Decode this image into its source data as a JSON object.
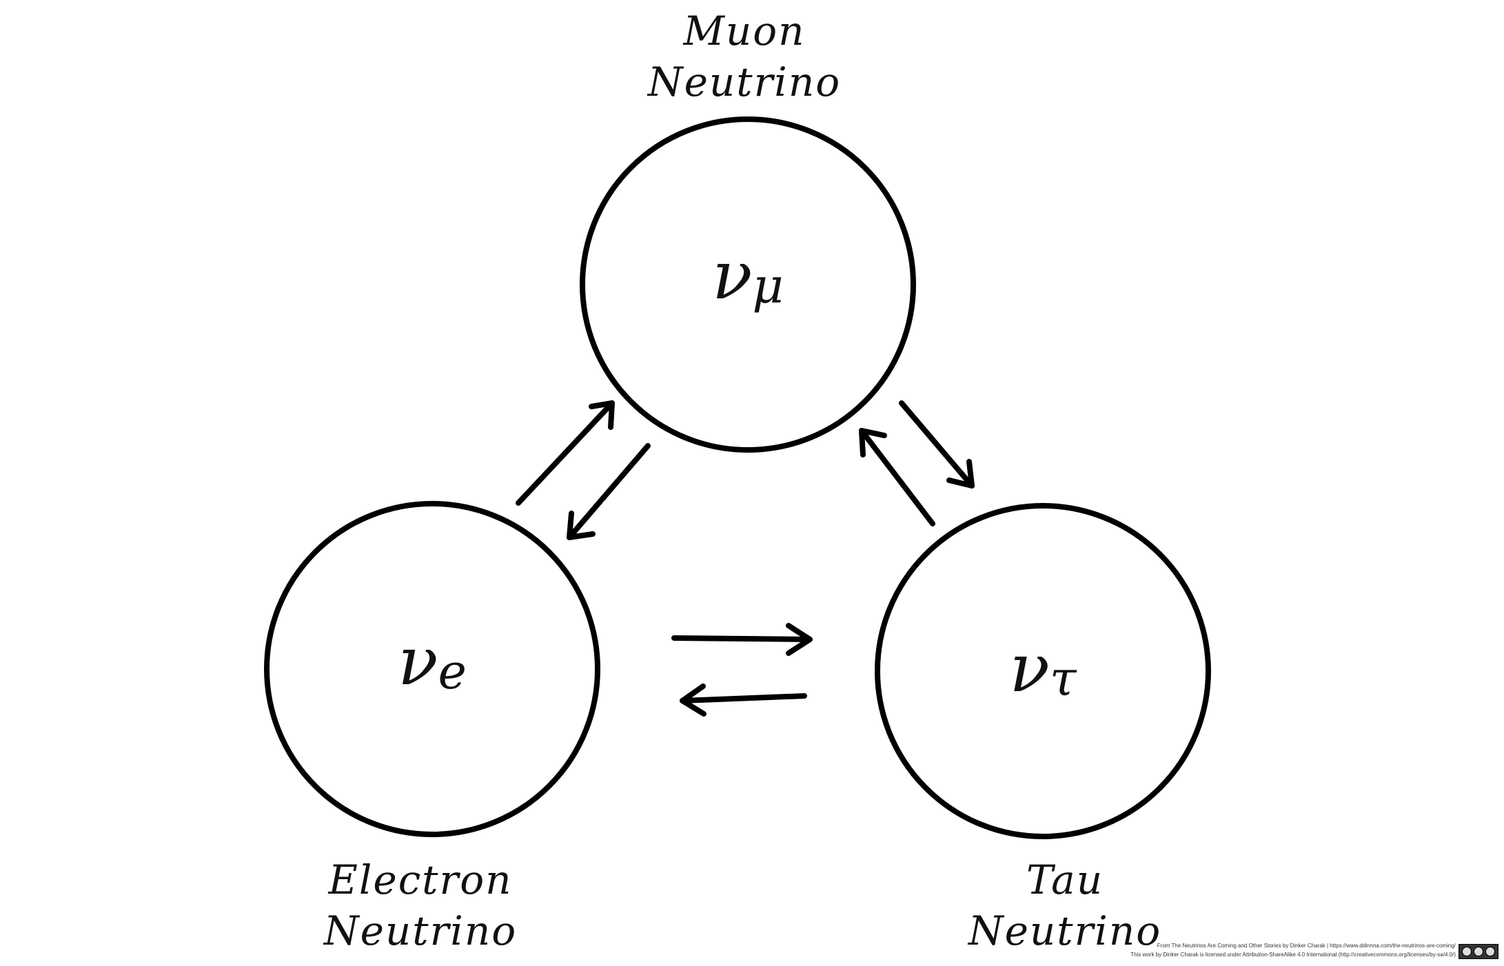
{
  "nodes": {
    "muon": {
      "label_line1": "Muon",
      "label_line2": "Neutrino",
      "symbol_base": "ν",
      "symbol_sub": "μ"
    },
    "electron": {
      "label_line1": "Electron",
      "label_line2": "Neutrino",
      "symbol_base": "ν",
      "symbol_sub": "e"
    },
    "tau": {
      "label_line1": "Tau",
      "label_line2": "Neutrino",
      "symbol_base": "ν",
      "symbol_sub": "τ"
    }
  },
  "footer": {
    "line1": "From The Neutrinos Are Coming and Other Stories by Dinker Charak | https://www.ddinnna.com/the-neutrinos-are-coming/",
    "line2": "This work by Dinker Charak is licensed under Attribution-ShareAlike 4.0 International (http://creativecommons.org/licenses/by-sa/4.0/)"
  },
  "license_badge": "cc-by-sa-badge"
}
